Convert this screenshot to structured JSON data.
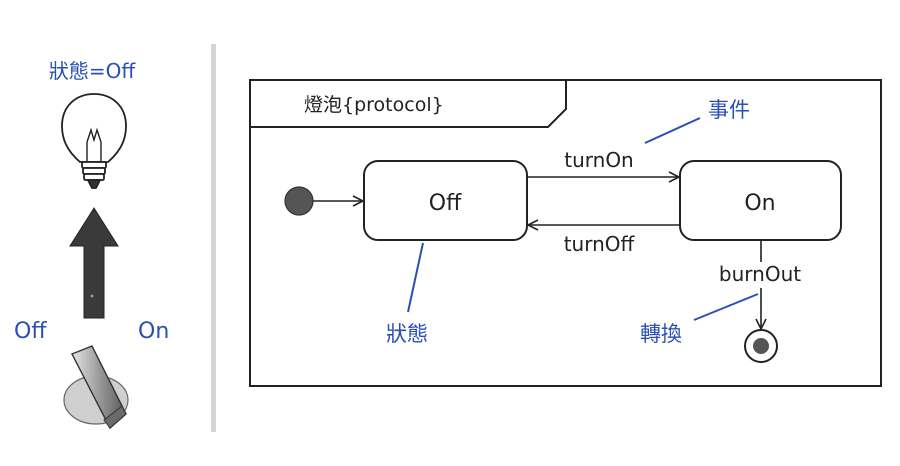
{
  "left_panel": {
    "state_caption": "狀態=Off",
    "switch_label_off": "Off",
    "switch_label_on": "On"
  },
  "diagram": {
    "frame_title": "燈泡{protocol}",
    "states": {
      "off": "Off",
      "on": "On"
    },
    "transitions": {
      "turn_on": "turnOn",
      "turn_off": "turnOff",
      "burn_out": "burnOut"
    },
    "annotations": {
      "event": "事件",
      "state": "狀態",
      "transition": "轉換"
    }
  },
  "colors": {
    "annotation_blue": "#2a4fb5",
    "line": "#222222",
    "divider": "#d4d4d4",
    "arrow_fill": "#3a3a3a",
    "initial_fill": "#555555"
  }
}
